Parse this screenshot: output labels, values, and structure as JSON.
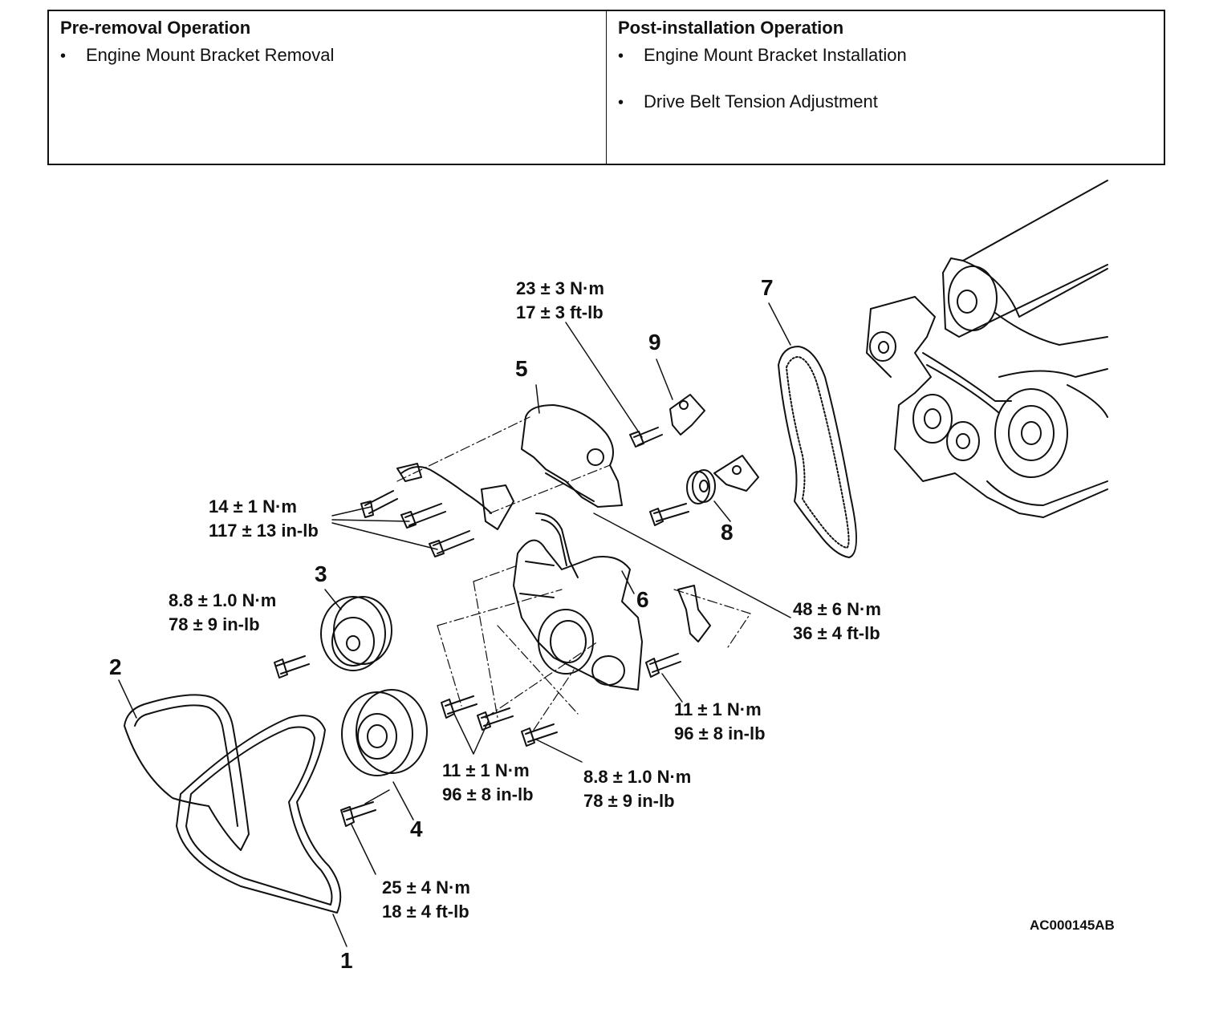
{
  "table": {
    "pre_removal": {
      "heading": "Pre-removal Operation",
      "items": [
        "Engine Mount Bracket Removal"
      ]
    },
    "post_installation": {
      "heading": "Post-installation Operation",
      "items": [
        "Engine Mount Bracket Installation",
        "Drive Belt Tension Adjustment"
      ]
    }
  },
  "callouts": {
    "c1": "1",
    "c2": "2",
    "c3": "3",
    "c4": "4",
    "c5": "5",
    "c6": "6",
    "c7": "7",
    "c8": "8",
    "c9": "9"
  },
  "torques": {
    "t_23": {
      "nm": "23 ± 3 N·m",
      "imp": "17 ± 3 ft-lb"
    },
    "t_14": {
      "nm": "14 ± 1 N·m",
      "imp": "117 ± 13 in-lb"
    },
    "t_88a": {
      "nm": "8.8 ± 1.0 N·m",
      "imp": "78 ± 9 in-lb"
    },
    "t_48": {
      "nm": "48 ± 6 N·m",
      "imp": "36 ± 4 ft-lb"
    },
    "t_11a": {
      "nm": "11 ± 1 N·m",
      "imp": "96 ± 8 in-lb"
    },
    "t_11b": {
      "nm": "11 ± 1 N·m",
      "imp": "96 ± 8 in-lb"
    },
    "t_88b": {
      "nm": "8.8 ± 1.0 N·m",
      "imp": "78 ± 9 in-lb"
    },
    "t_25": {
      "nm": "25 ± 4 N·m",
      "imp": "18 ± 4 ft-lb"
    }
  },
  "figure_id": "AC000145AB"
}
